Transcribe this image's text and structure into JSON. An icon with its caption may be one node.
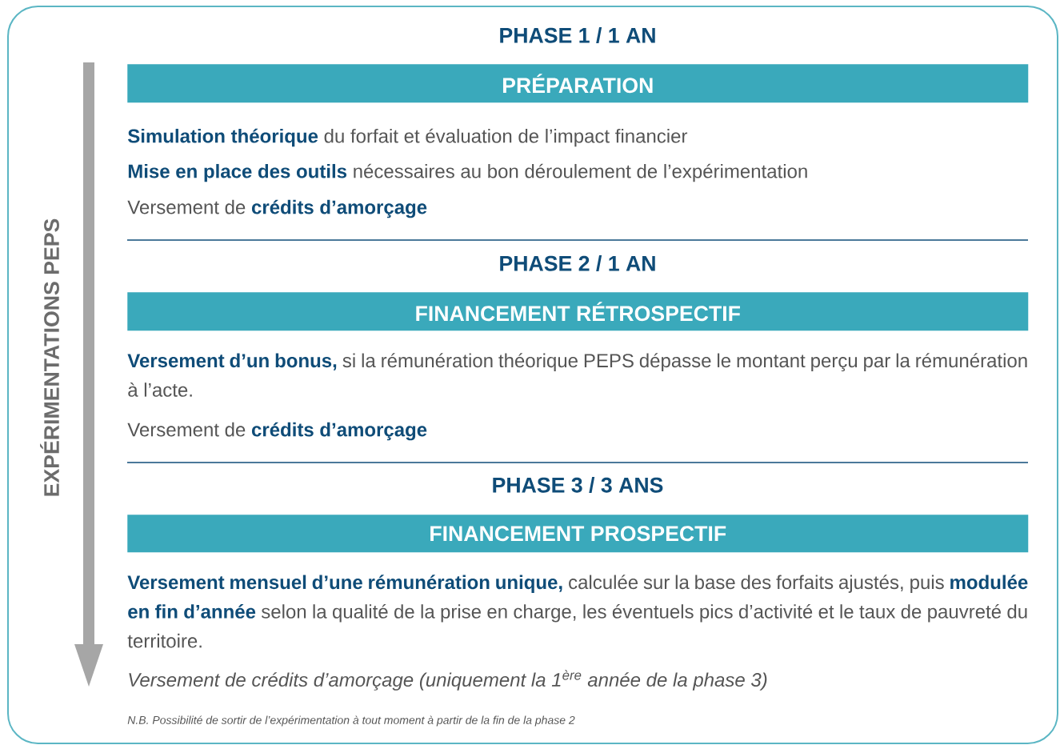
{
  "diagram": {
    "nodes": [
      {
        "text": [
          "PHASE 1 / 1 AN",
          "PRÉPARATION"
        ]
      },
      {
        "text": [
          "PHASE 2 / 1 AN",
          "FINANCEMENT RÉTROSPECTIF"
        ]
      },
      {
        "text": [
          "PHASE 3 / 3 ANS",
          "FINANCEMENT PROSPECTIF"
        ]
      }
    ],
    "labels": [
      "EXPÉRIMENTATIONS PEPS",
      "**Simulation théorique** du forfait et évaluation de l’impact financier",
      "**Mise en place des outils** nécessaires au bon déroulement de l’expérimentation",
      "Versement de **crédits d’amorçage**",
      "**Versement d’un bonus,** si la rémunération théorique PEPS dépasse le montant perçu par la rémunération à l’acte.",
      "Versement de **crédits d’amorçage**",
      "**Versement mensuel d’une rémunération unique,** calculée sur la base des forfaits ajustés, puis **modulée en fin d’année** selon la qualité de la prise en charge, les éventuels pics d’activité et le taux de pauvreté du territoire.",
      "Versement de crédits d’amorçage (uniquement la 1$^{ère}$ année de la phase 3)",
      "N.B. Possibilité de sortir de l’expérimentation à tout moment à partir de la fin de la phase 2"
    ]
  }
}
